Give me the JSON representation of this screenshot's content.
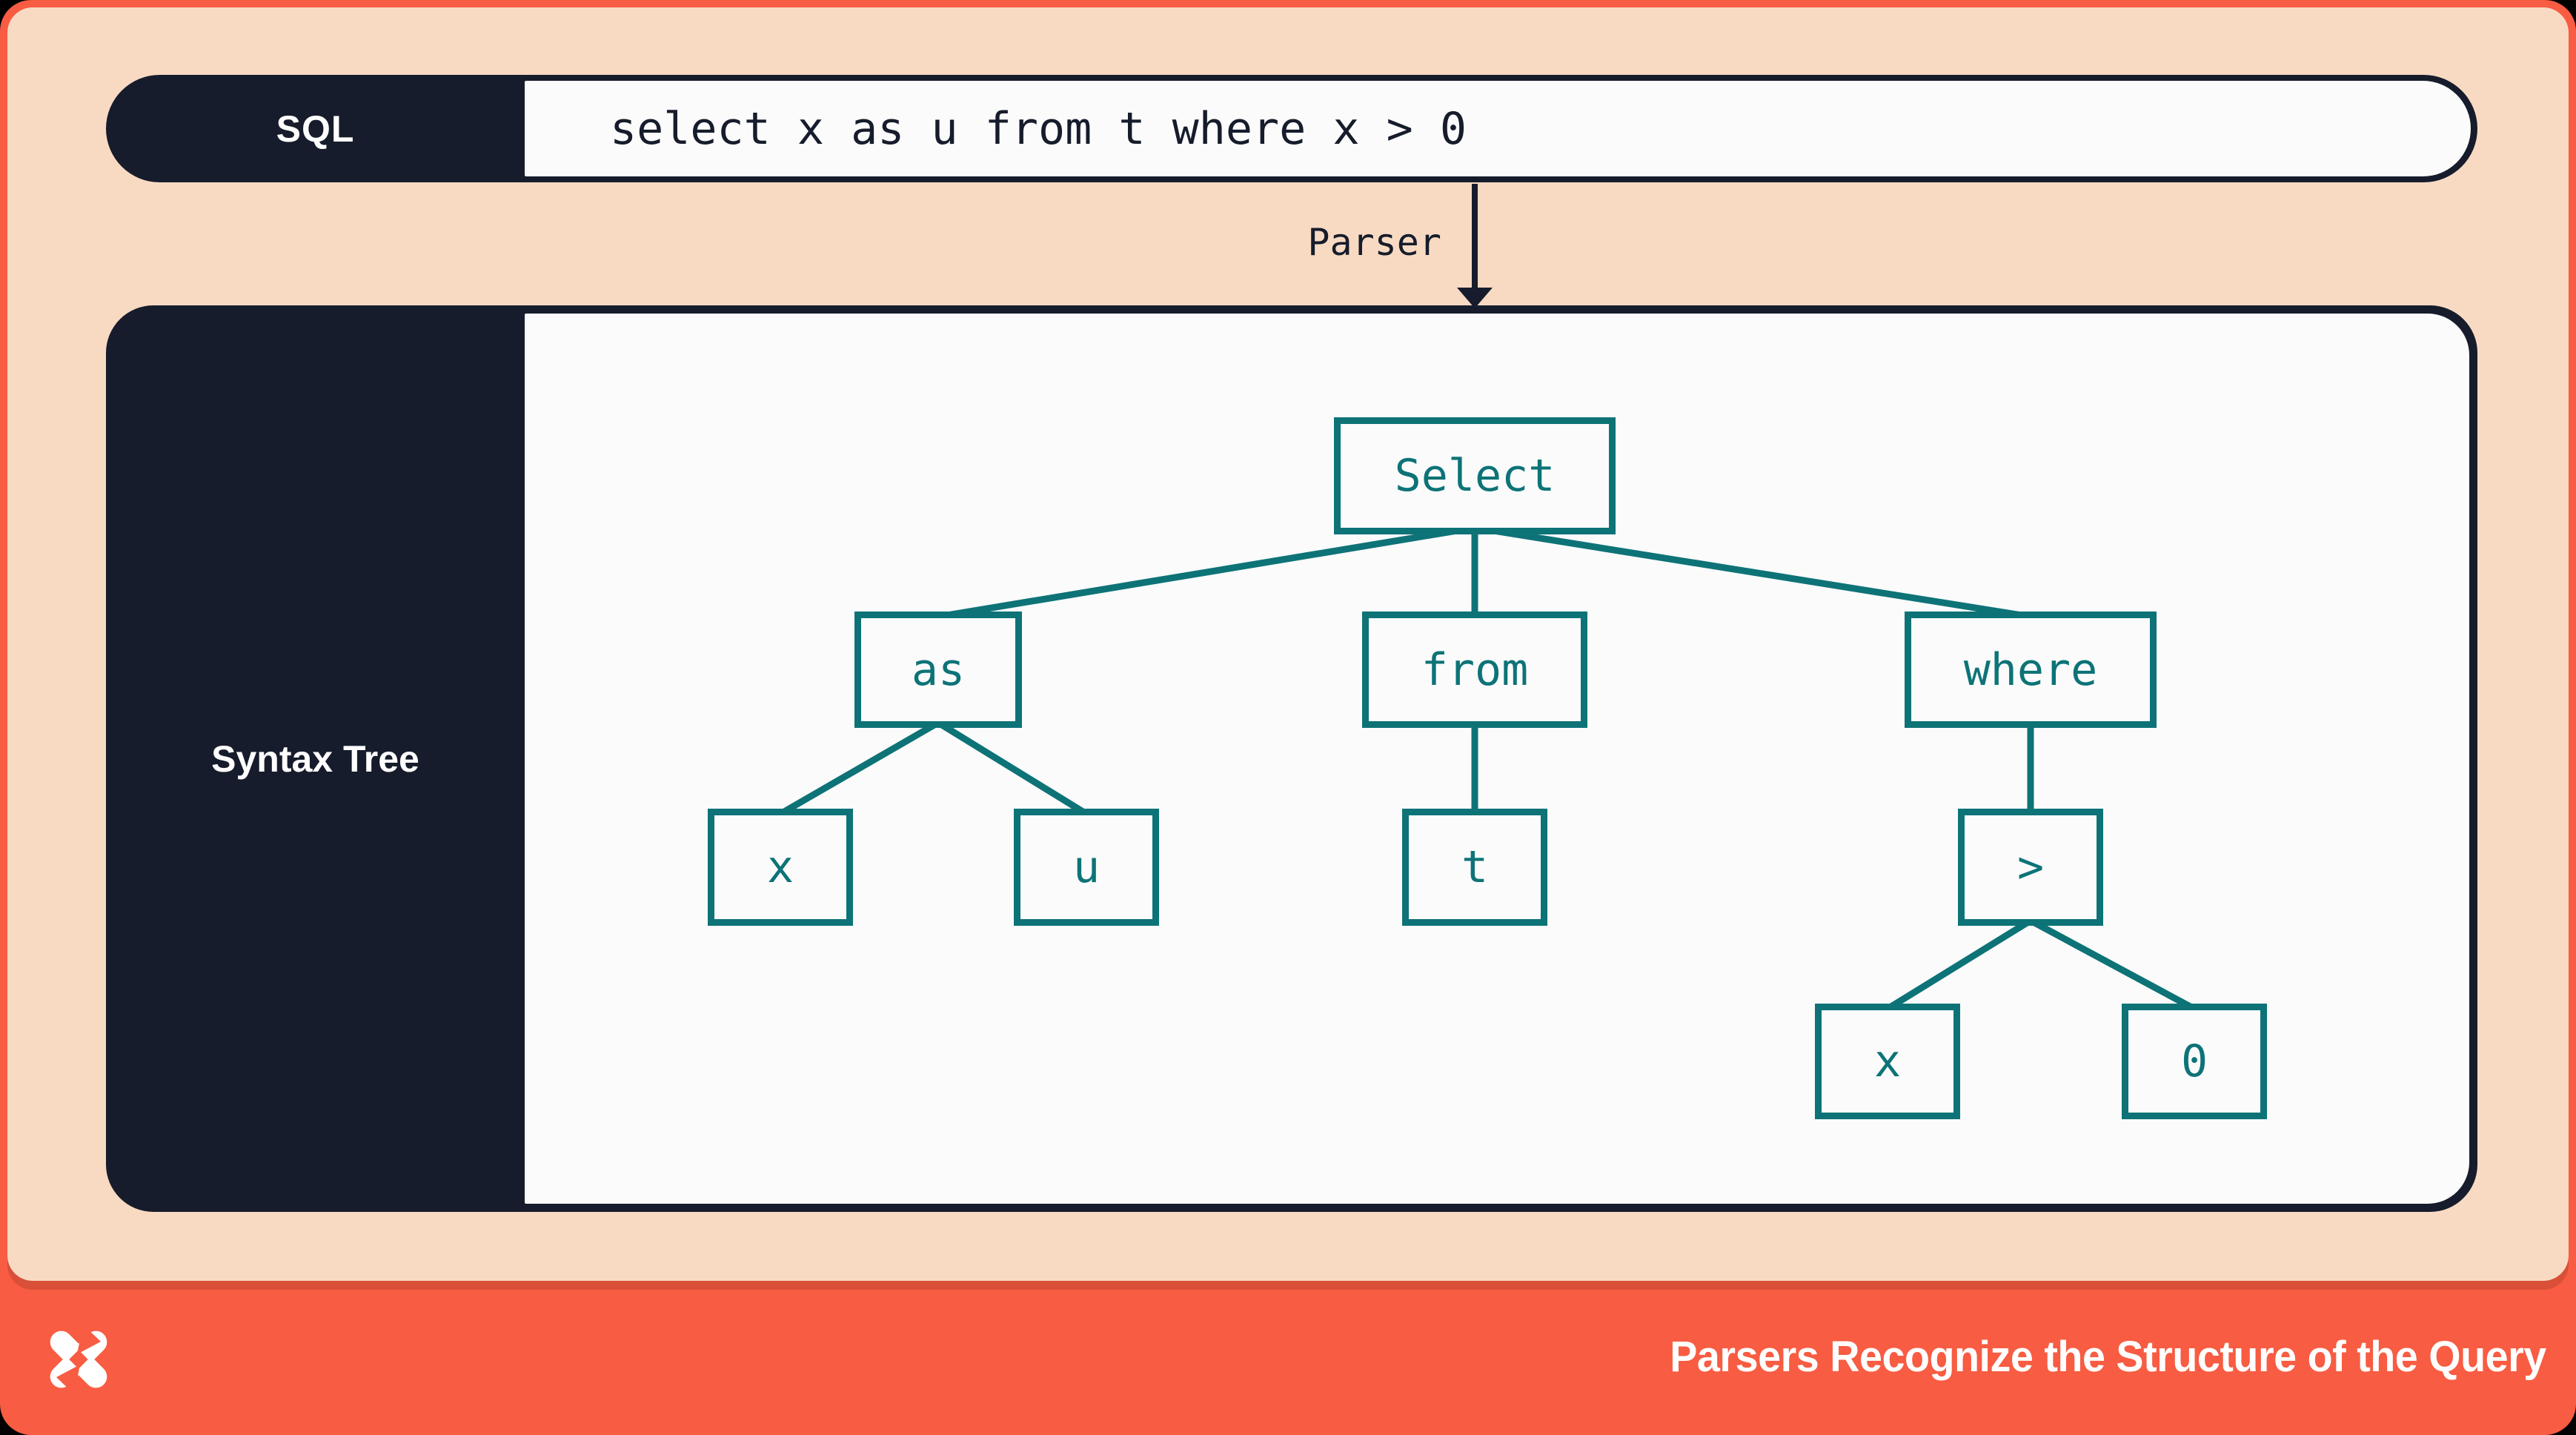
{
  "colors": {
    "coral": "#F85C42",
    "peach": "#F8DAC3",
    "navy": "#161C2B",
    "teal": "#0D7377",
    "panel_white": "#FBFBFC"
  },
  "sql_bar": {
    "label": "SQL",
    "query": "select x as u from t where x > 0"
  },
  "parser": {
    "arrow_label": "Parser"
  },
  "syntax_panel": {
    "label": "Syntax Tree"
  },
  "tree": {
    "nodes": [
      {
        "id": "select",
        "label": "Select",
        "parent": null
      },
      {
        "id": "as",
        "label": "as",
        "parent": "select"
      },
      {
        "id": "from",
        "label": "from",
        "parent": "select"
      },
      {
        "id": "where",
        "label": "where",
        "parent": "select"
      },
      {
        "id": "x1",
        "label": "x",
        "parent": "as"
      },
      {
        "id": "u",
        "label": "u",
        "parent": "as"
      },
      {
        "id": "t",
        "label": "t",
        "parent": "from"
      },
      {
        "id": "gt",
        "label": ">",
        "parent": "where"
      },
      {
        "id": "x2",
        "label": "x",
        "parent": "gt"
      },
      {
        "id": "zero",
        "label": "0",
        "parent": "gt"
      }
    ]
  },
  "footer": {
    "caption": "Parsers Recognize the Structure of the Query",
    "logo": "pinwheel-x-logo"
  }
}
